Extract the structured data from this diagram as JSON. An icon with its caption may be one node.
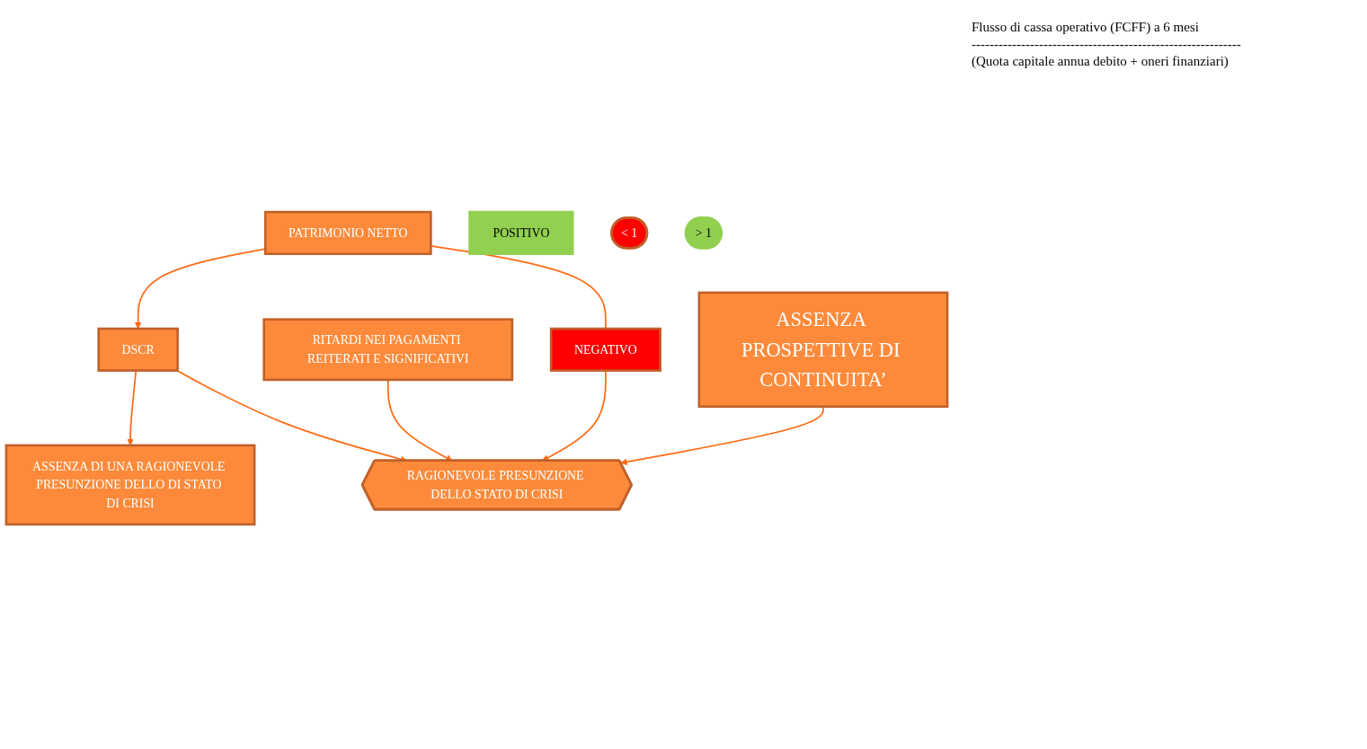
{
  "diagram": {
    "nodes": [
      {
        "text": [
          "PATRIMONIO NETTO"
        ]
      },
      {
        "text": [
          "NEGATIVO"
        ]
      },
      {
        "text": [
          "POSITIVO"
        ]
      },
      {
        "text": [
          "RITARDI NEI PAGAMENTI REITERATI E SIGNIFICATIVI"
        ]
      },
      {
        "text": [
          "< 1"
        ]
      },
      {
        "text": [
          "DSCR"
        ]
      },
      {
        "text": [
          "RAGIONEVOLE PRESUNZIONE DELLO STATO DI CRISI"
        ]
      },
      {
        "text": [
          "> 1"
        ]
      },
      {
        "text": [
          "ASSENZA DI UNA RAGIONEVOLE PRESUNZIONE DELLO DI STATO DI CRISI"
        ]
      },
      {
        "text": [
          "ASSENZA PROSPETTIVE DI CONTINUITA’"
        ]
      }
    ],
    "edges": [
      {
        "from": 0,
        "to": 1,
        "arrow": "none"
      },
      {
        "from": 1,
        "to": 6,
        "arrow": "to"
      },
      {
        "from": 0,
        "to": 5,
        "arrow": "to"
      },
      {
        "from": 3,
        "to": 6,
        "arrow": "to"
      },
      {
        "from": 5,
        "to": 6,
        "arrow": "to"
      },
      {
        "from": 5,
        "to": 8,
        "arrow": "to"
      },
      {
        "from": 9,
        "to": 6,
        "arrow": "to"
      }
    ],
    "labels": [
      "Flusso di cassa operativo (FCFF) a 6 mesi",
      "------------------------------------------------------------",
      "(Quota capitale annua debito + oneri finanziari)"
    ]
  }
}
